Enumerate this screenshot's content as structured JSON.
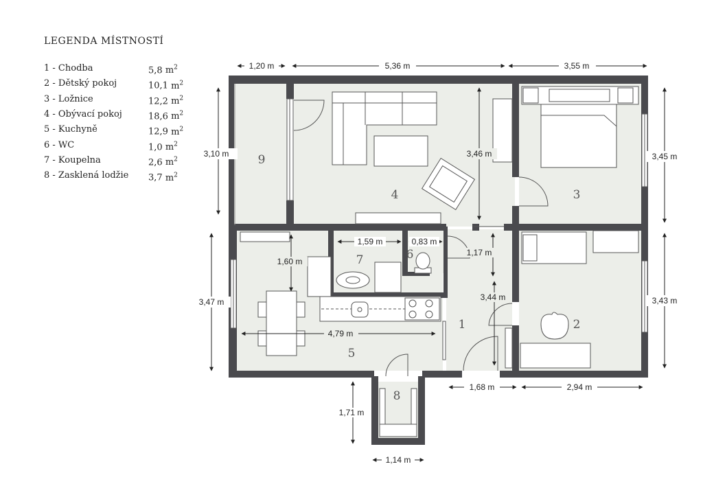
{
  "legend": {
    "title": "LEGENDA MÍSTNOSTÍ",
    "unit_base": "m",
    "unit_exp": "2",
    "rooms": [
      {
        "name": "1 - Chodba",
        "area": "5,8"
      },
      {
        "name": "2 - Dětský pokoj",
        "area": "10,1"
      },
      {
        "name": "3 - Ložnice",
        "area": "12,2"
      },
      {
        "name": "4 - Obývací pokoj",
        "area": "18,6"
      },
      {
        "name": "5 - Kuchyně",
        "area": "12,9"
      },
      {
        "name": "6 - WC",
        "area": "1,0"
      },
      {
        "name": "7 - Koupelna",
        "area": "2,6"
      },
      {
        "name": "8 - Zasklená lodžie",
        "area": "3,7"
      }
    ]
  },
  "room_numbers": [
    "1",
    "2",
    "3",
    "4",
    "5",
    "6",
    "7",
    "8",
    "9"
  ],
  "dimensions": {
    "top_left": "1,20 m",
    "top_mid": "5,36 m",
    "top_right": "3,55 m",
    "left_upper": "3,10 m",
    "left_lower": "3,47 m",
    "right_upper": "3,45 m",
    "right_lower": "3,43 m",
    "living_height": "3,46 m",
    "bath_width": "1,59 m",
    "wc_width": "0,83 m",
    "hall_upper": "1,17 m",
    "hall_height": "3,44 m",
    "kitchen_depth": "1,60 m",
    "kitchen_width": "4,79 m",
    "bottom_hall": "1,68 m",
    "bottom_room2": "2,94 m",
    "loggia_height": "1,71 m",
    "loggia_width": "1,14 m"
  },
  "colors": {
    "wall": "#4a4a4e",
    "floor": "#eceee9",
    "furniture": "#ffffff",
    "line": "#555555"
  }
}
